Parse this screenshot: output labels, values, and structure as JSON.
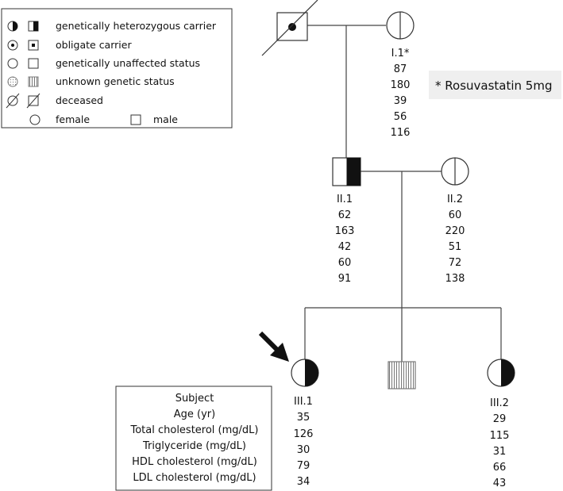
{
  "legend": {
    "items": [
      {
        "label": "genetically heterozygous carrier"
      },
      {
        "label": "obligate carrier"
      },
      {
        "label": "genetically unaffected status"
      },
      {
        "label": "unknown genetic status"
      },
      {
        "label": "deceased"
      }
    ],
    "female_label": "female",
    "male_label": "male"
  },
  "note": "* Rosuvastatin 5mg",
  "key_box": {
    "rows": [
      "Subject",
      "Age (yr)",
      "Total cholesterol (mg/dL)",
      "Triglyceride (mg/dL)",
      "HDL cholesterol (mg/dL)",
      "LDL cholesterol (mg/dL)"
    ]
  },
  "individuals": {
    "I2": {
      "id": "I.1*",
      "values": [
        "87",
        "180",
        "39",
        "56",
        "116"
      ]
    },
    "II1": {
      "id": "II.1",
      "values": [
        "62",
        "163",
        "42",
        "60",
        "91"
      ]
    },
    "II2": {
      "id": "II.2",
      "values": [
        "60",
        "220",
        "51",
        "72",
        "138"
      ]
    },
    "III1": {
      "id": "III.1",
      "values": [
        "35",
        "126",
        "30",
        "79",
        "34"
      ]
    },
    "III2": {
      "id": "III.2",
      "values": [
        "29",
        "115",
        "31",
        "66",
        "43"
      ]
    }
  }
}
